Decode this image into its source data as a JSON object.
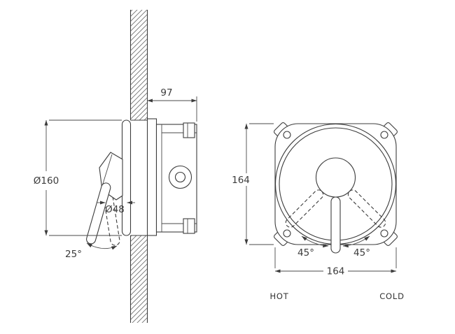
{
  "colors": {
    "ink": "#3c3c3c",
    "background": "#ffffff"
  },
  "side_view": {
    "depth_dim": "97",
    "escutcheon_diameter_dim": "Ø160",
    "handle_base_diameter_dim": "Ø48",
    "lever_swing_angle_dim": "25°"
  },
  "front_view": {
    "plate_height_dim": "164",
    "plate_width_dim": "164",
    "lever_swing_left_dim": "45°",
    "lever_swing_right_dim": "45°",
    "hot_label": "HOT",
    "cold_label": "COLD"
  }
}
